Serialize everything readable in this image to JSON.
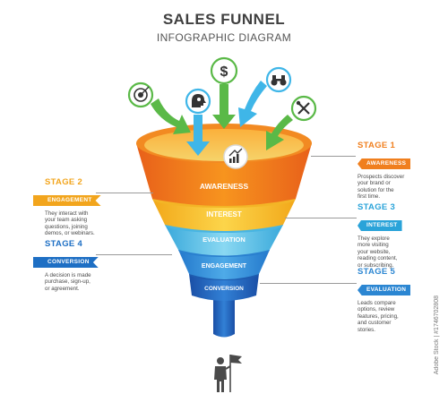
{
  "header": {
    "title": "SALES FUNNEL",
    "subtitle": "INFOGRAPHIC DIAGRAM"
  },
  "funnel": {
    "levels": [
      "AWARENESS",
      "INTEREST",
      "EVALUATION",
      "ENGAGEMENT",
      "CONVERSION"
    ]
  },
  "stages": [
    {
      "title": "STAGE 1",
      "ribbon": "AWARENESS",
      "color": "#f07f1e",
      "desc": [
        "Prospects discover",
        "your brand or",
        "solution for the",
        "first time."
      ]
    },
    {
      "title": "STAGE 2",
      "ribbon": "ENGAGEMENT",
      "color": "#f2a51d",
      "desc": [
        "They interact with",
        "your team asking",
        "questions, joining",
        "demos, or webinars."
      ]
    },
    {
      "title": "STAGE 3",
      "ribbon": "INTEREST",
      "color": "#2aa3d9",
      "desc": [
        "They explore",
        "more visiting",
        "your website,",
        "reading content,",
        "or subscribing."
      ]
    },
    {
      "title": "STAGE 4",
      "ribbon": "CONVERSION",
      "color": "#1e6fc4",
      "desc": [
        "A decision is made",
        "purchase, sign-up,",
        "or agreement."
      ]
    },
    {
      "title": "STAGE 5",
      "ribbon": "EVALUATION",
      "color": "#2b86d2",
      "desc": [
        "Leads compare",
        "options, review",
        "features, pricing,",
        "and customer",
        "stories."
      ]
    }
  ],
  "icons": [
    "target-icon",
    "head-idea-icon",
    "dollar-icon",
    "binoculars-icon",
    "tools-icon",
    "growth-chart-icon"
  ],
  "colors": {
    "orange": "#f07f1e",
    "yellow": "#f7c21e",
    "light_blue": "#5cc3e6",
    "mid_blue": "#2f8fd8",
    "dark_blue": "#1d5fb8",
    "arrow_green": "#5ab947",
    "arrow_cyan": "#3fb6e8"
  },
  "watermark": "Adobe Stock | #1746702808"
}
